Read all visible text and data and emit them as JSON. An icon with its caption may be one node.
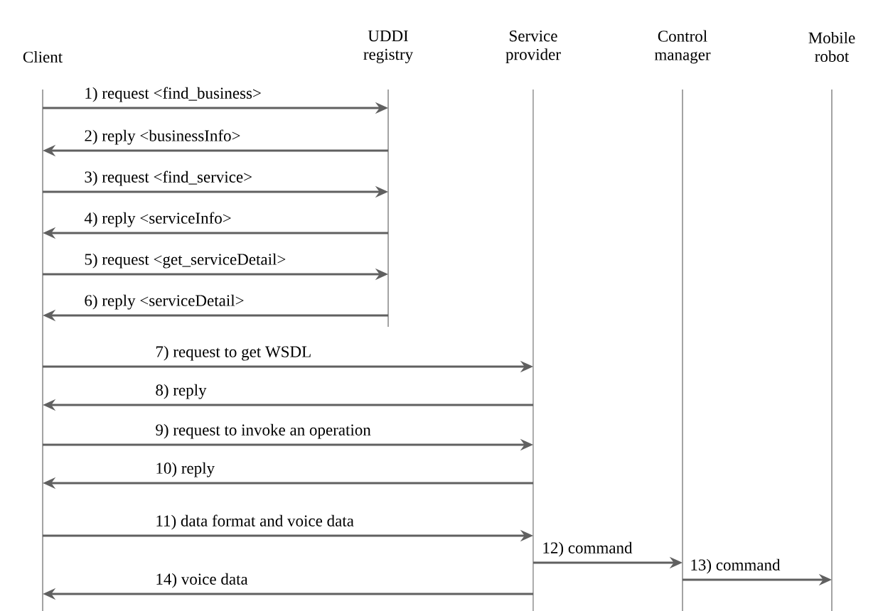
{
  "diagram": {
    "nodes": [
      {
        "text": [
          "Client"
        ]
      },
      {
        "text": [
          "UDDI registry"
        ]
      },
      {
        "text": [
          "Service provider"
        ]
      },
      {
        "text": [
          "Control manager"
        ]
      },
      {
        "text": [
          "Mobile robot"
        ]
      }
    ],
    "edges": [
      {
        "from": 0,
        "to": 1,
        "arrow": "to",
        "label": "1) request <find_business>"
      },
      {
        "from": 1,
        "to": 0,
        "arrow": "to",
        "label": "2) reply <businessInfo>"
      },
      {
        "from": 0,
        "to": 1,
        "arrow": "to",
        "label": "3) request <find_service>"
      },
      {
        "from": 1,
        "to": 0,
        "arrow": "to",
        "label": "4) reply <serviceInfo>"
      },
      {
        "from": 0,
        "to": 1,
        "arrow": "to",
        "label": "5) request <get_serviceDetail>"
      },
      {
        "from": 1,
        "to": 0,
        "arrow": "to",
        "label": "6) reply <serviceDetail>"
      },
      {
        "from": 0,
        "to": 2,
        "arrow": "to",
        "label": "7) request to get WSDL"
      },
      {
        "from": 2,
        "to": 0,
        "arrow": "to",
        "label": "8) reply"
      },
      {
        "from": 0,
        "to": 2,
        "arrow": "to",
        "label": "9) request to invoke an operation"
      },
      {
        "from": 2,
        "to": 0,
        "arrow": "to",
        "label": "10) reply"
      },
      {
        "from": 0,
        "to": 2,
        "arrow": "to",
        "label": "11) data format and voice data"
      },
      {
        "from": 2,
        "to": 3,
        "arrow": "to",
        "label": "12) command"
      },
      {
        "from": 3,
        "to": 4,
        "arrow": "to",
        "label": "13) command"
      },
      {
        "from": 2,
        "to": 0,
        "arrow": "to",
        "label": "14) voice data"
      }
    ]
  }
}
